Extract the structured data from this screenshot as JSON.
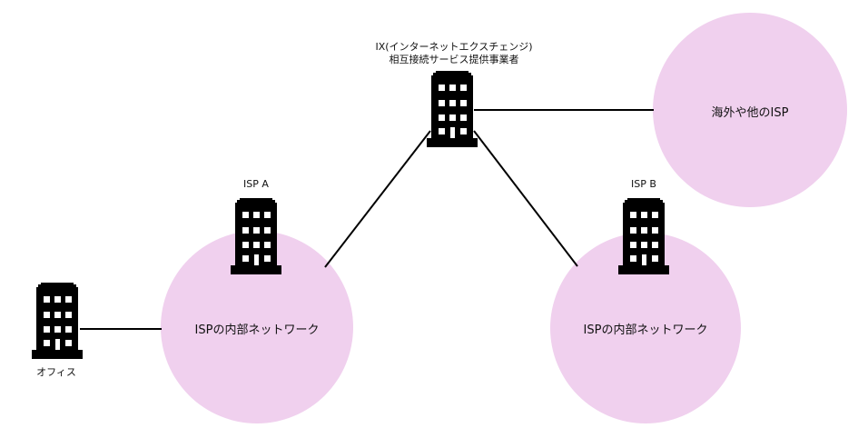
{
  "diagram": {
    "title": "Internet connection structure",
    "colors": {
      "cloud_fill": "#f0d0ee",
      "line": "#000000",
      "building": "#000000",
      "window": "#ffffff"
    },
    "nodes": {
      "office": {
        "label": "オフィス"
      },
      "isp_a": {
        "label": "ISP A",
        "network_label": "ISPの内部ネットワーク"
      },
      "isp_b": {
        "label": "ISP B",
        "network_label": "ISPの内部ネットワーク"
      },
      "ix": {
        "label_line1": "IX(インターネットエクスチェンジ)",
        "label_line2": "相互接続サービス提供事業者"
      },
      "overseas": {
        "network_label": "海外や他のISP"
      }
    },
    "edges": [
      {
        "from": "office",
        "to": "isp_a"
      },
      {
        "from": "ix",
        "to": "isp_a"
      },
      {
        "from": "ix",
        "to": "isp_b"
      },
      {
        "from": "ix",
        "to": "overseas"
      }
    ]
  }
}
